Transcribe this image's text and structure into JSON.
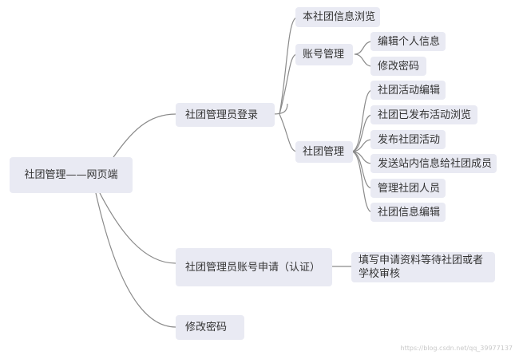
{
  "mindmap": {
    "root": {
      "label": "社团管理——网页端"
    },
    "branches": [
      {
        "label": "社团管理员登录",
        "children": [
          {
            "label": "本社团信息浏览"
          },
          {
            "label": "账号管理",
            "children": [
              "编辑个人信息",
              "修改密码"
            ]
          },
          {
            "label": "社团管理",
            "children": [
              "社团活动编辑",
              "社团已发布活动浏览",
              "发布社团活动",
              "发送站内信息给社团成员",
              "管理社团人员",
              "社团信息编辑"
            ]
          }
        ]
      },
      {
        "label": "社团管理员账号申请（认证）",
        "children": [
          {
            "label": "填写申请资料等待社团或者学校审核"
          }
        ]
      },
      {
        "label": "修改密码"
      }
    ]
  },
  "watermark": "https://blog.csdn.net/qq_39977137"
}
